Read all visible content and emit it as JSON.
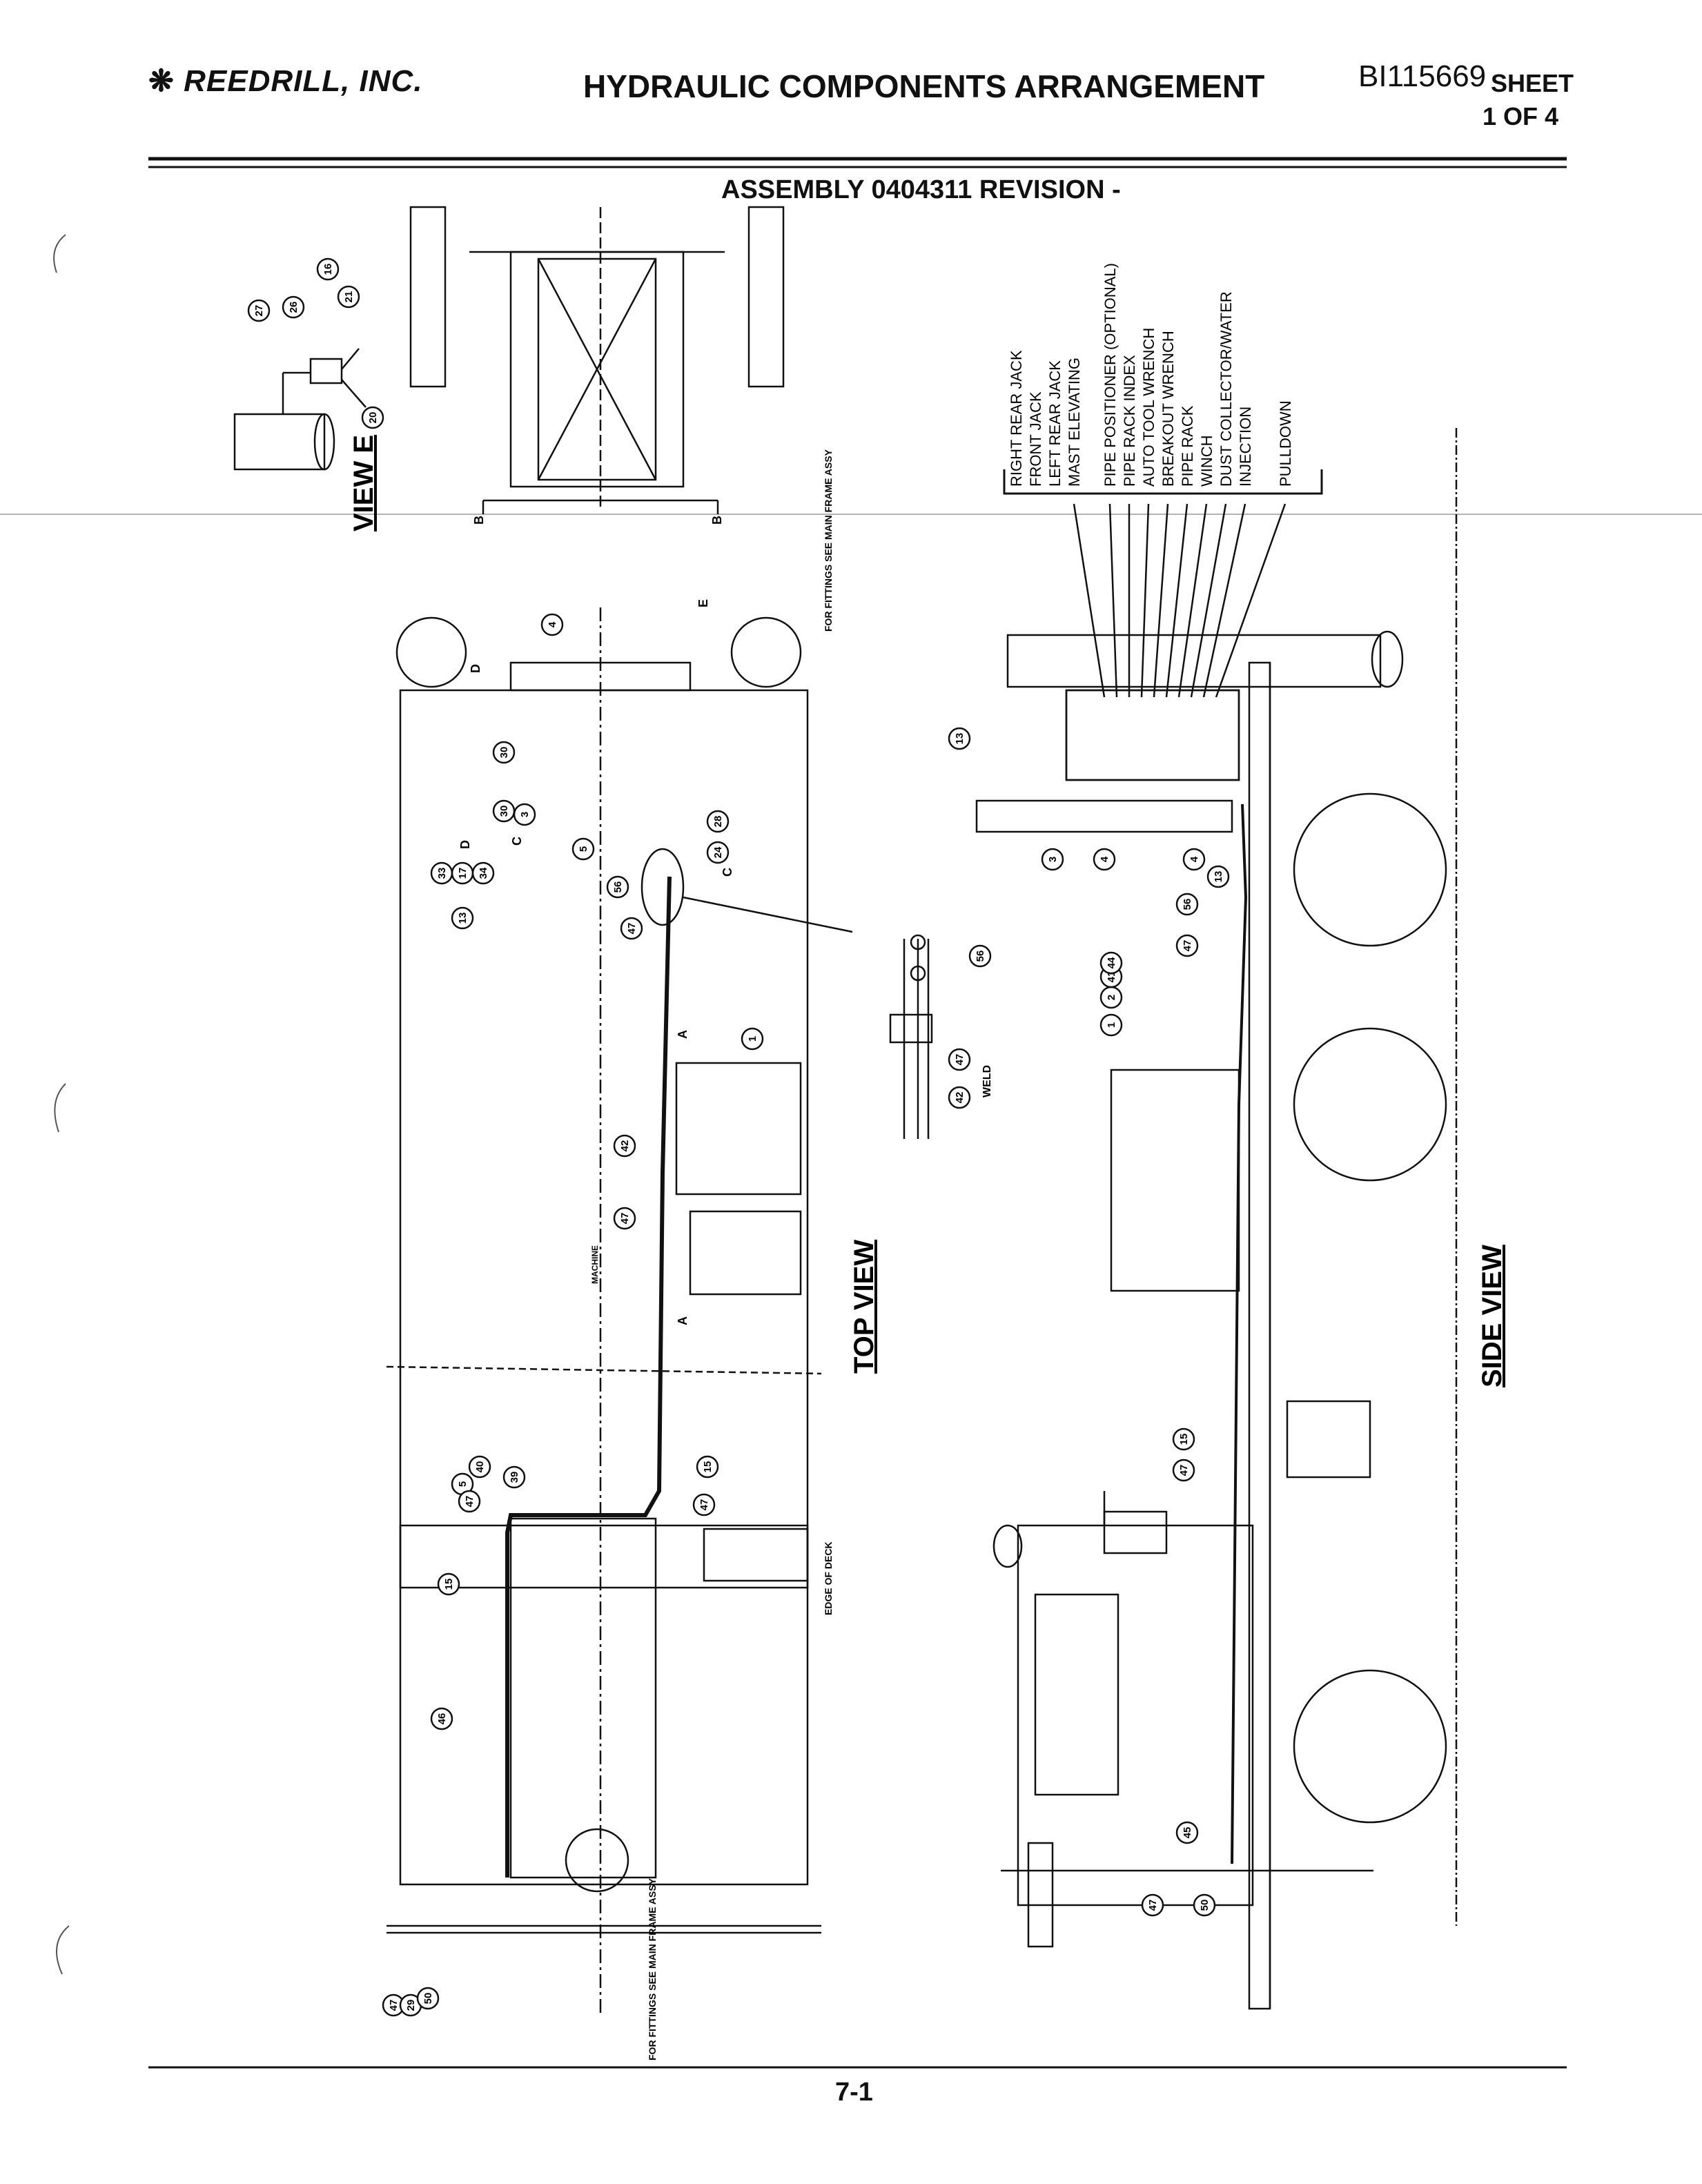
{
  "header": {
    "company": "REEDRILL, INC.",
    "title": "HYDRAULIC COMPONENTS ARRANGEMENT",
    "doc_number": "BI115669",
    "sheet_label": "SHEET",
    "sheet_number": "1 OF 4"
  },
  "assembly": "ASSEMBLY 0404311 REVISION -",
  "function_list": [
    "RIGHT REAR JACK",
    "FRONT JACK",
    "LEFT REAR JACK",
    "MAST ELEVATING",
    "PIPE POSITIONER (OPTIONAL)",
    "PIPE RACK INDEX",
    "AUTO TOOL WRENCH",
    "BREAKOUT WRENCH",
    "PIPE RACK",
    "WINCH",
    "DUST COLLECTOR/WATER",
    "INJECTION",
    "PULLDOWN"
  ],
  "views": {
    "view_e": "VIEW E",
    "top_view": "TOP VIEW",
    "side_view": "SIDE VIEW"
  },
  "notes": {
    "fittings_top": "FOR FITTINGS SEE MAIN FRAME ASSY",
    "fittings_bottom": "FOR FITTINGS SEE MAIN FRAME ASSY",
    "edge_of_deck": "EDGE OF DECK",
    "weld": "WELD",
    "machine": "MACHINE"
  },
  "section_marks": [
    "A",
    "A",
    "B",
    "B",
    "C",
    "C",
    "D",
    "D",
    "E"
  ],
  "balloons": {
    "view_e": [
      "27",
      "26",
      "16",
      "21",
      "20"
    ],
    "top": [
      "4",
      "30",
      "30",
      "3",
      "5",
      "28",
      "24",
      "33",
      "17",
      "34",
      "13",
      "56",
      "47",
      "1",
      "42",
      "47",
      "15",
      "47",
      "39",
      "40",
      "5",
      "47",
      "15",
      "46",
      "47",
      "29",
      "50"
    ],
    "detail": [
      "56",
      "47",
      "42"
    ],
    "side": [
      "13",
      "3",
      "4",
      "4",
      "13",
      "56",
      "47",
      "1",
      "2",
      "41",
      "44",
      "15",
      "47",
      "45",
      "47",
      "50"
    ]
  },
  "footer": {
    "page": "7-1"
  }
}
